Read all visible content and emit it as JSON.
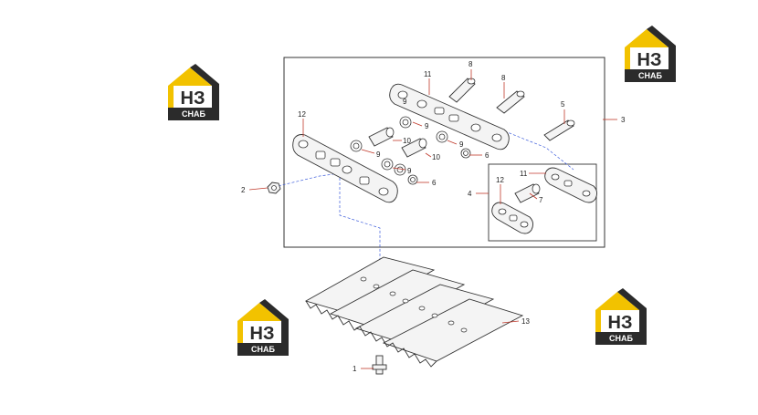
{
  "watermark": {
    "logo_main": "НЗ",
    "logo_sub": "СНАБ",
    "colors": {
      "gold": "#f2c200",
      "dark": "#2b2b2b",
      "white": "#ffffff"
    }
  },
  "callouts": {
    "c1": "1",
    "c2": "2",
    "c3": "3",
    "c4": "4",
    "c5": "5",
    "c6a": "6",
    "c6b": "6",
    "c7": "7",
    "c8a": "8",
    "c8b": "8",
    "c9a": "9",
    "c9b": "9",
    "c9c": "9",
    "c9d": "9",
    "c9e": "9",
    "c10a": "10",
    "c10b": "10",
    "c11a": "11",
    "c11b": "11",
    "c12a": "12",
    "c12b": "12",
    "c13": "13"
  },
  "colors": {
    "leader": "#c0392b",
    "dashed": "#3b5bdb",
    "line": "#333333"
  }
}
